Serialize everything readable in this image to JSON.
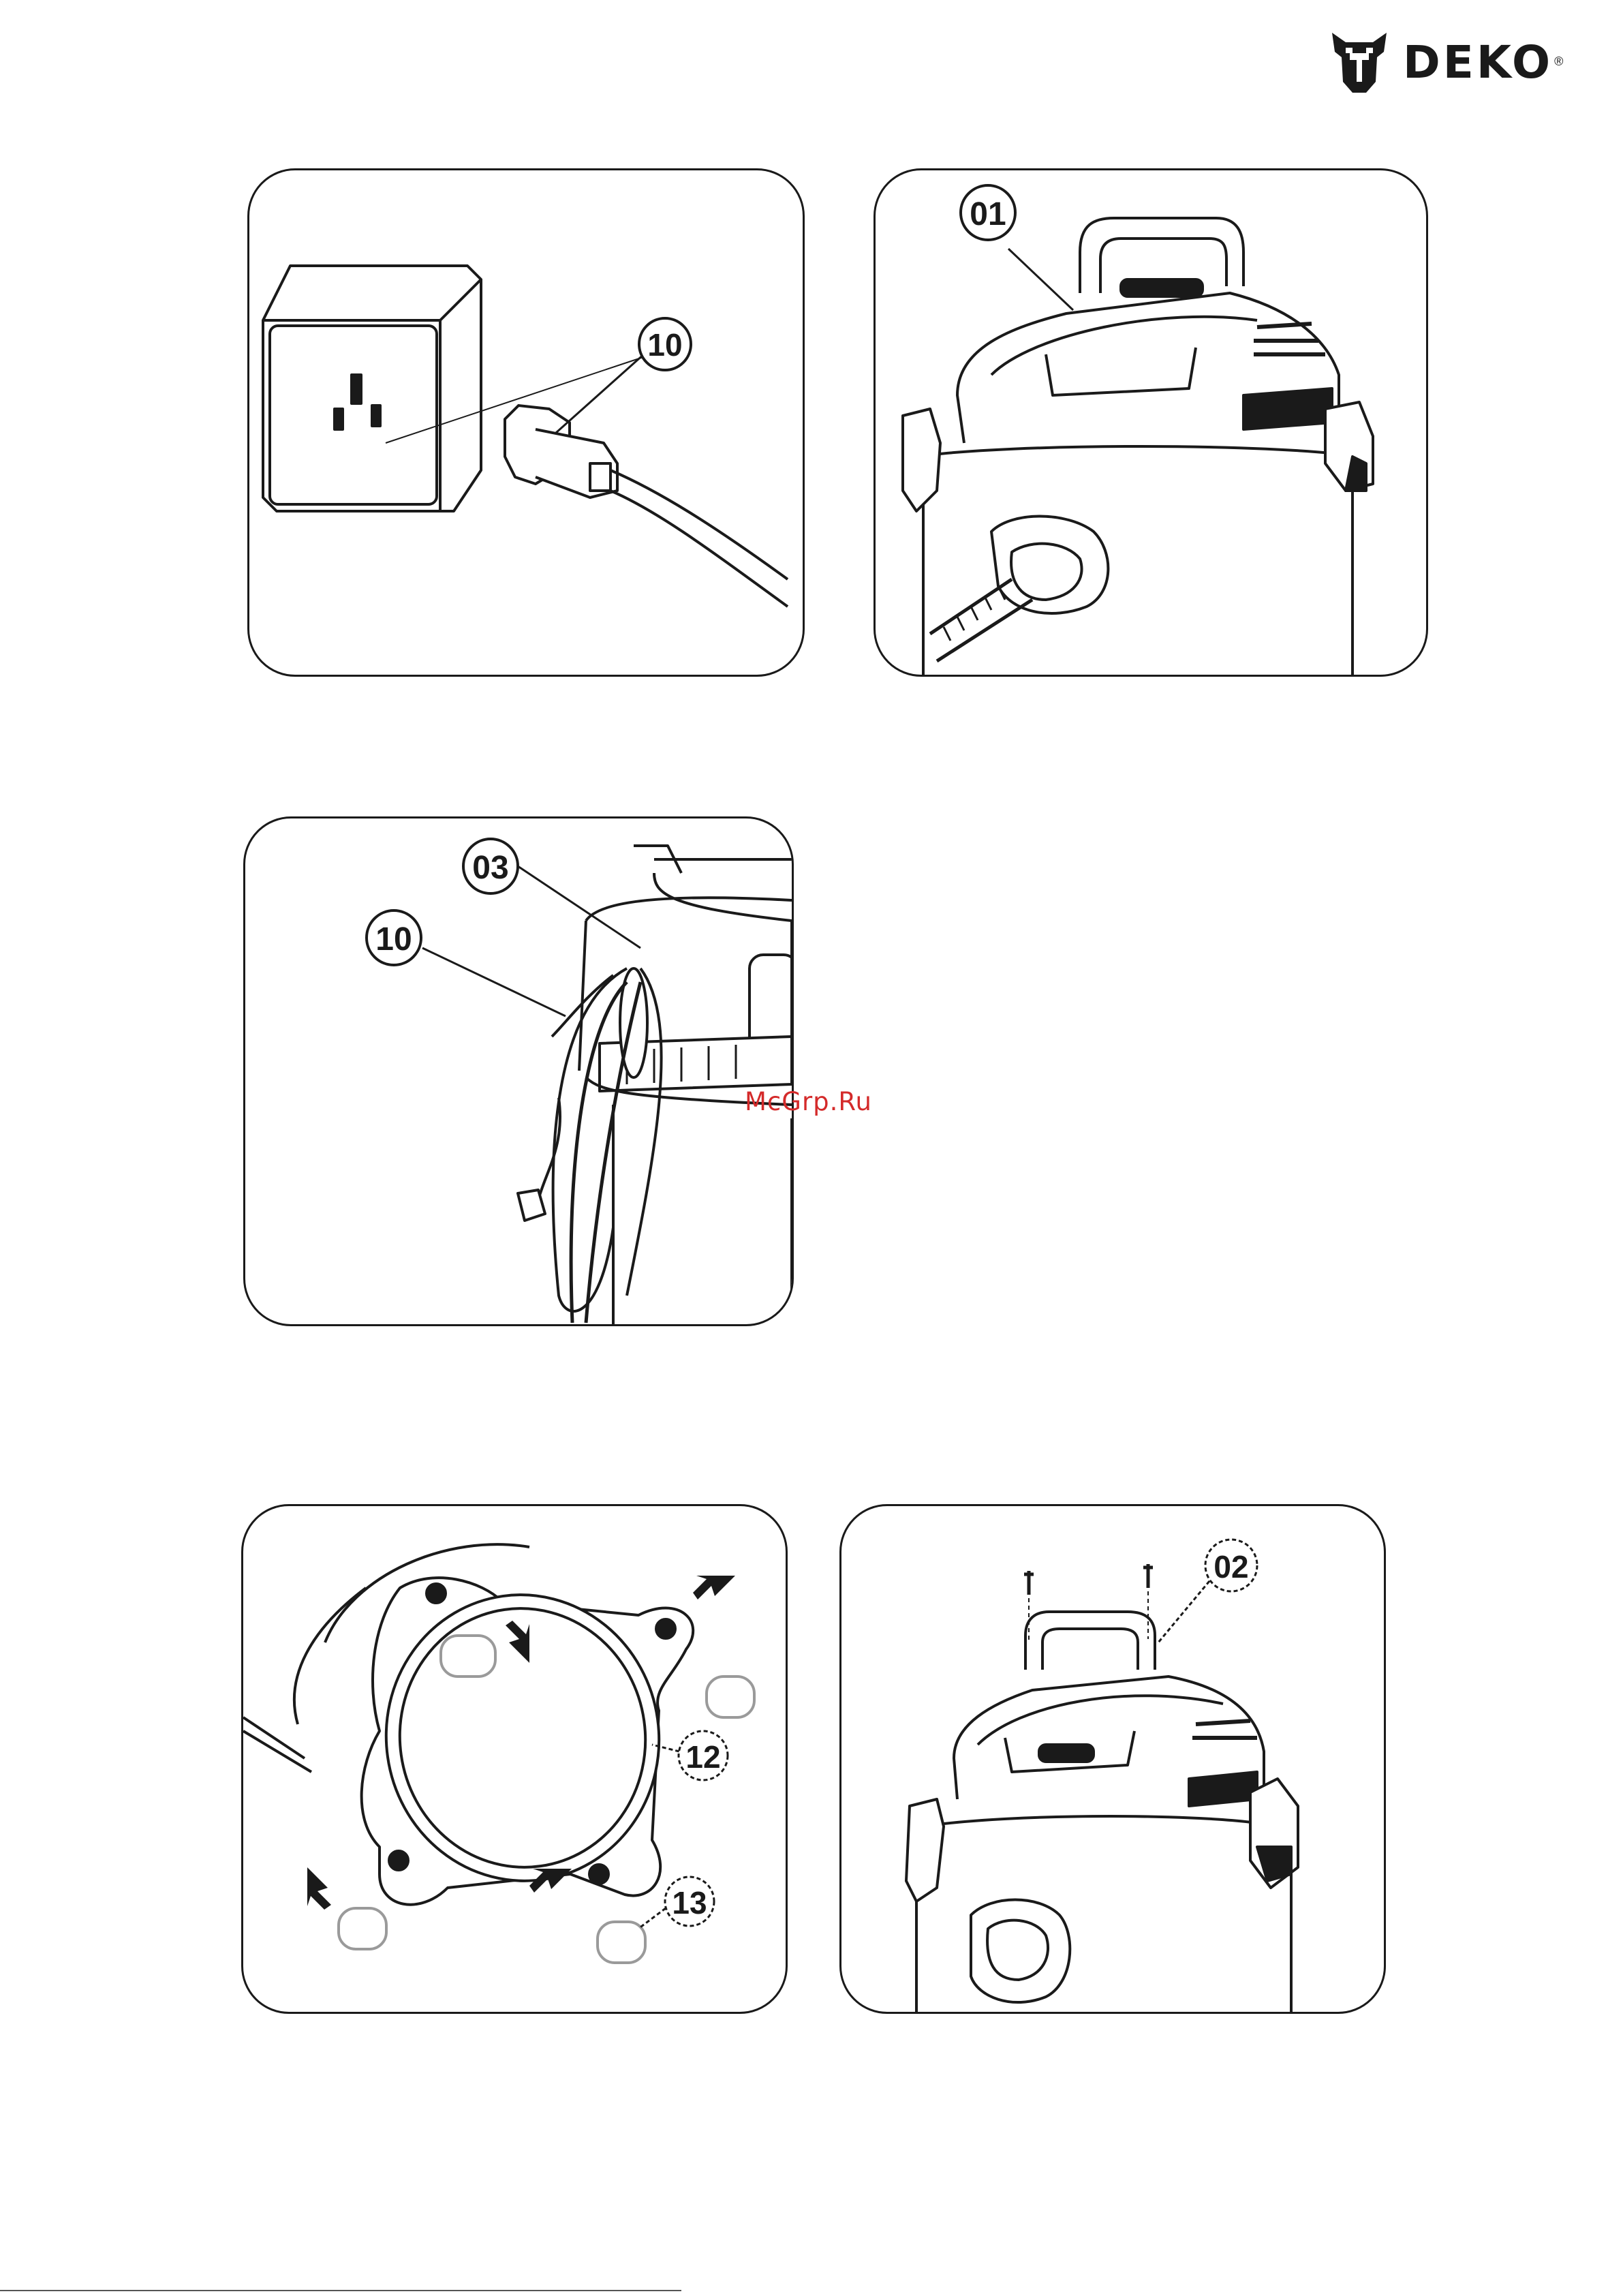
{
  "header": {
    "brand": "DEKO",
    "registered_mark": "®"
  },
  "figures": [
    {
      "callouts": [
        "10"
      ]
    },
    {
      "callouts": [
        "01"
      ]
    },
    {
      "callouts": [
        "03",
        "10"
      ]
    },
    {
      "callouts": [
        "12",
        "13"
      ]
    },
    {
      "callouts": [
        "02"
      ]
    }
  ],
  "watermark": "McGrp.Ru",
  "colors": {
    "line": "#1a1a1a",
    "watermark": "#d42a2a",
    "background": "#ffffff"
  }
}
